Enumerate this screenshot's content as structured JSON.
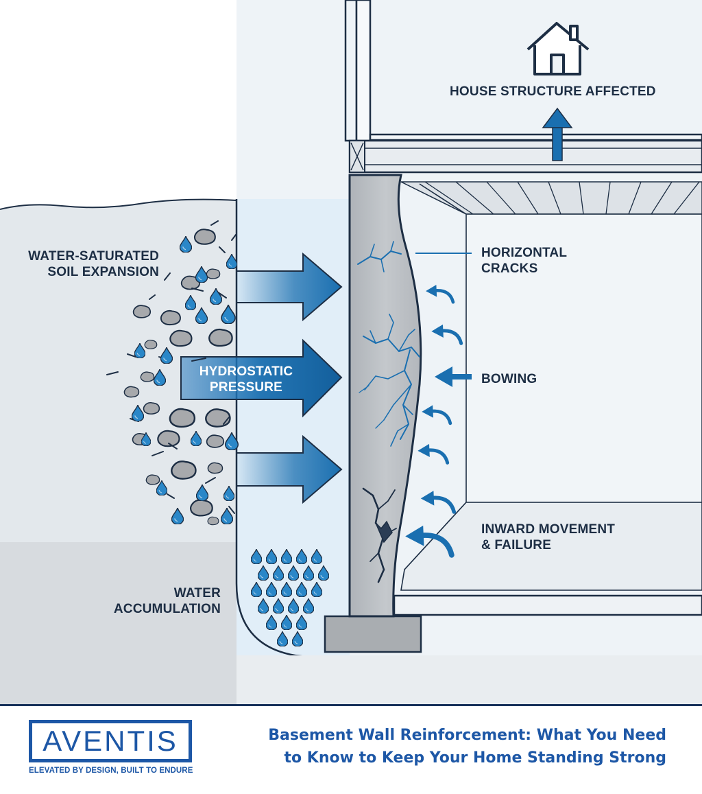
{
  "labels": {
    "house": "HOUSE STRUCTURE AFFECTED",
    "soil": "WATER-SATURATED\nSOIL EXPANSION",
    "hydrostatic": "HYDROSTATIC\nPRESSURE",
    "cracks": "HORIZONTAL\nCRACKS",
    "bowing": "BOWING",
    "inward": "INWARD MOVEMENT\n& FAILURE",
    "water": "WATER\nACCUMULATION"
  },
  "footer": {
    "brand": "AVENTIS",
    "tagline": "ELEVATED BY DESIGN, BUILT TO ENDURE",
    "title": "Basement Wall Reinforcement: What You Need\nto Know to Keep Your Home Standing Strong"
  },
  "icons": [
    "house-icon",
    "up-arrow-icon",
    "pressure-arrow-icon",
    "curved-arrow-icon",
    "water-drop-icon",
    "rock-icon",
    "crack-icon"
  ],
  "colors": {
    "navy": "#1d2e44",
    "brand_blue": "#1d57a6",
    "arrow_blue": "#1a6fb0",
    "drop_blue": "#2a87c8",
    "wall_gray": "#b9bdc2",
    "soil_bg": "#e3e8ec"
  }
}
